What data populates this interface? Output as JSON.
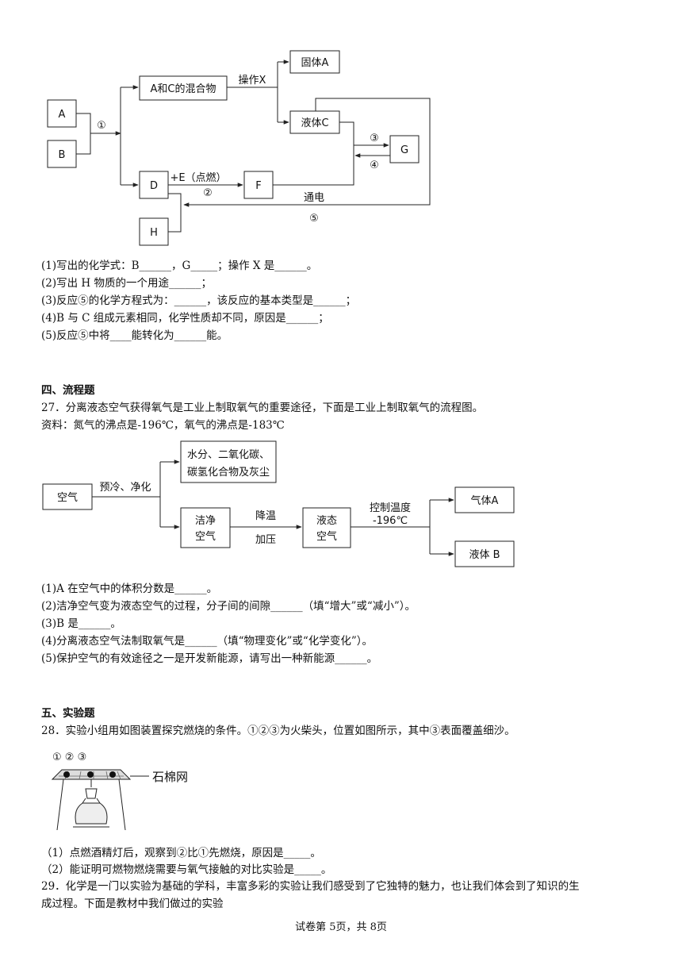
{
  "diagram1": {
    "box_a": "A",
    "box_b": "B",
    "box_mix": "A和C的混合物",
    "box_solid_a": "固体A",
    "box_liquid_c": "液体C",
    "box_g": "G",
    "box_d": "D",
    "box_f": "F",
    "box_h": "H",
    "label_op_x": "操作X",
    "label_1": "①",
    "label_plus_e": "+E（点燃）",
    "label_2": "②",
    "label_3": "③",
    "label_4": "④",
    "label_tongdian": "通电",
    "label_5": "⑤"
  },
  "q26": {
    "line1": "(1)写出的化学式：B______，G_____；操作 X 是______。",
    "line2": "(2)写出 H 物质的一个用途______；",
    "line3": "(3)反应⑤的化学方程式为：______，该反应的基本类型是______；",
    "line4": "(4)B 与 C 组成元素相同，化学性质却不同，原因是______；",
    "line5": "(5)反应⑤中将____能转化为______能。"
  },
  "section4": {
    "heading": "四、流程题",
    "q27_stem": "27．分离液态空气获得氧气是工业上制取氧气的重要途径，下面是工业上制取氧气的流程图。",
    "q27_info": "资料：氮气的沸点是-196℃，氧气的沸点是-183℃"
  },
  "diagram2": {
    "box_air": "空气",
    "label_precool": "预冷、净化",
    "box_impurity_1": "水分、二氧化碳、",
    "box_impurity_2": "碳氢化合物及灰尘",
    "box_clean_1": "洁净",
    "box_clean_2": "空气",
    "label_cool": "降温",
    "label_pressure": "加压",
    "box_liquid_1": "液态",
    "box_liquid_2": "空气",
    "label_control_1": "控制温度",
    "label_control_2": "-196℃",
    "box_gas_a": "气体A",
    "box_liquid_b": "液体 B"
  },
  "q27": {
    "line1": "(1)A 在空气中的体积分数是______。",
    "line2": "(2)洁净空气变为液态空气的过程，分子间的间隙______（填“增大”或“减小”）。",
    "line3": "(3)B 是______。",
    "line4": "(4)分离液态空气法制取氧气是______（填“物理变化”或“化学变化”）。",
    "line5": "(5)保护空气的有效途径之一是开发新能源，请写出一种新能源______。"
  },
  "section5": {
    "heading": "五、实验题",
    "q28_stem": "28．实验小组用如图装置探究燃烧的条件。①②③为火柴头，位置如图所示，其中③表面覆盖细沙。"
  },
  "diagram3": {
    "labels": "①  ②  ③",
    "label_net": "石棉网"
  },
  "q28": {
    "line1": "（1）点燃酒精灯后，观察到②比①先燃烧，原因是_____。",
    "line2": "（2）能证明可燃物燃烧需要与氧气接触的对比实验是_____。"
  },
  "q29": {
    "line1": "29．化学是一门以实验为基础的学科，丰富多彩的实验让我们感受到了它独特的魅力，也让我们体会到了知识的生",
    "line2": "成过程。下面是教材中我们做过的实验"
  },
  "footer": {
    "page": "试卷第 5页，共 8页"
  }
}
